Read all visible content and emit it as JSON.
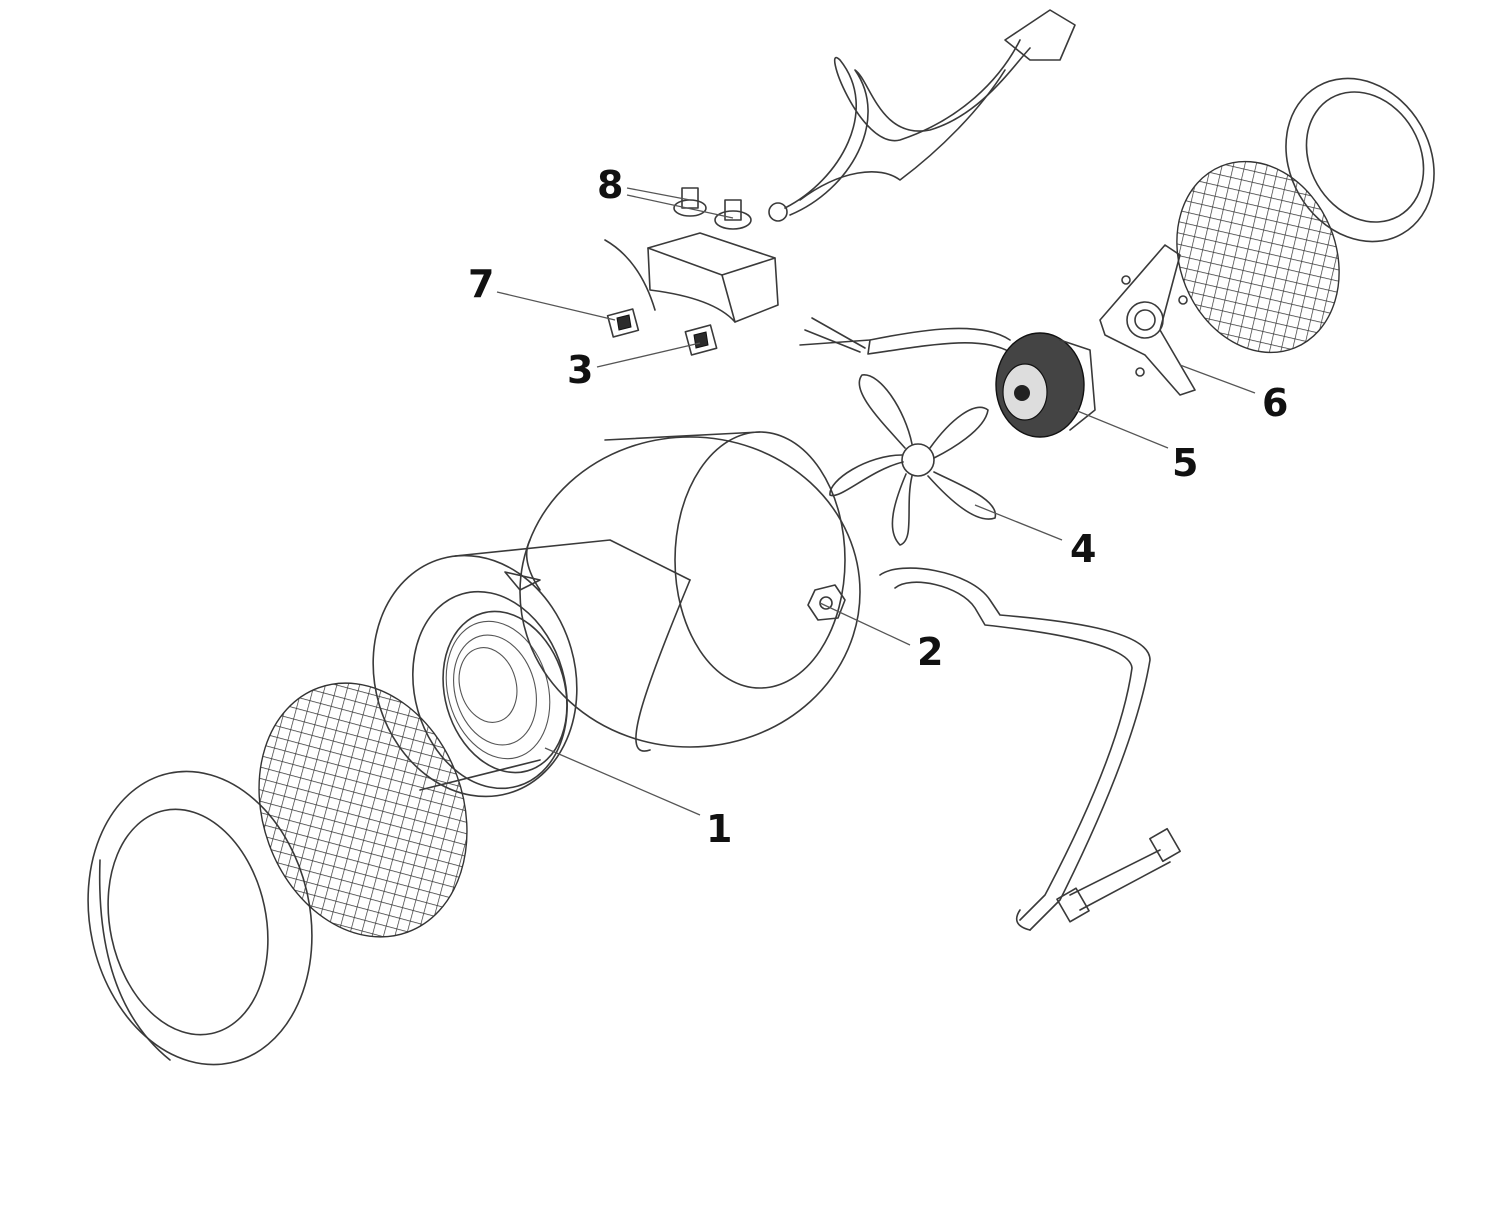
{
  "callouts": [
    {
      "id": "1",
      "label": "1"
    },
    {
      "id": "2",
      "label": "2"
    },
    {
      "id": "3",
      "label": "3"
    },
    {
      "id": "4",
      "label": "4"
    },
    {
      "id": "5",
      "label": "5"
    },
    {
      "id": "6",
      "label": "6"
    },
    {
      "id": "7",
      "label": "7"
    },
    {
      "id": "8",
      "label": "8"
    }
  ],
  "colors": {
    "line": "#3a3a3a",
    "label": "#111111",
    "background": "#ffffff"
  }
}
